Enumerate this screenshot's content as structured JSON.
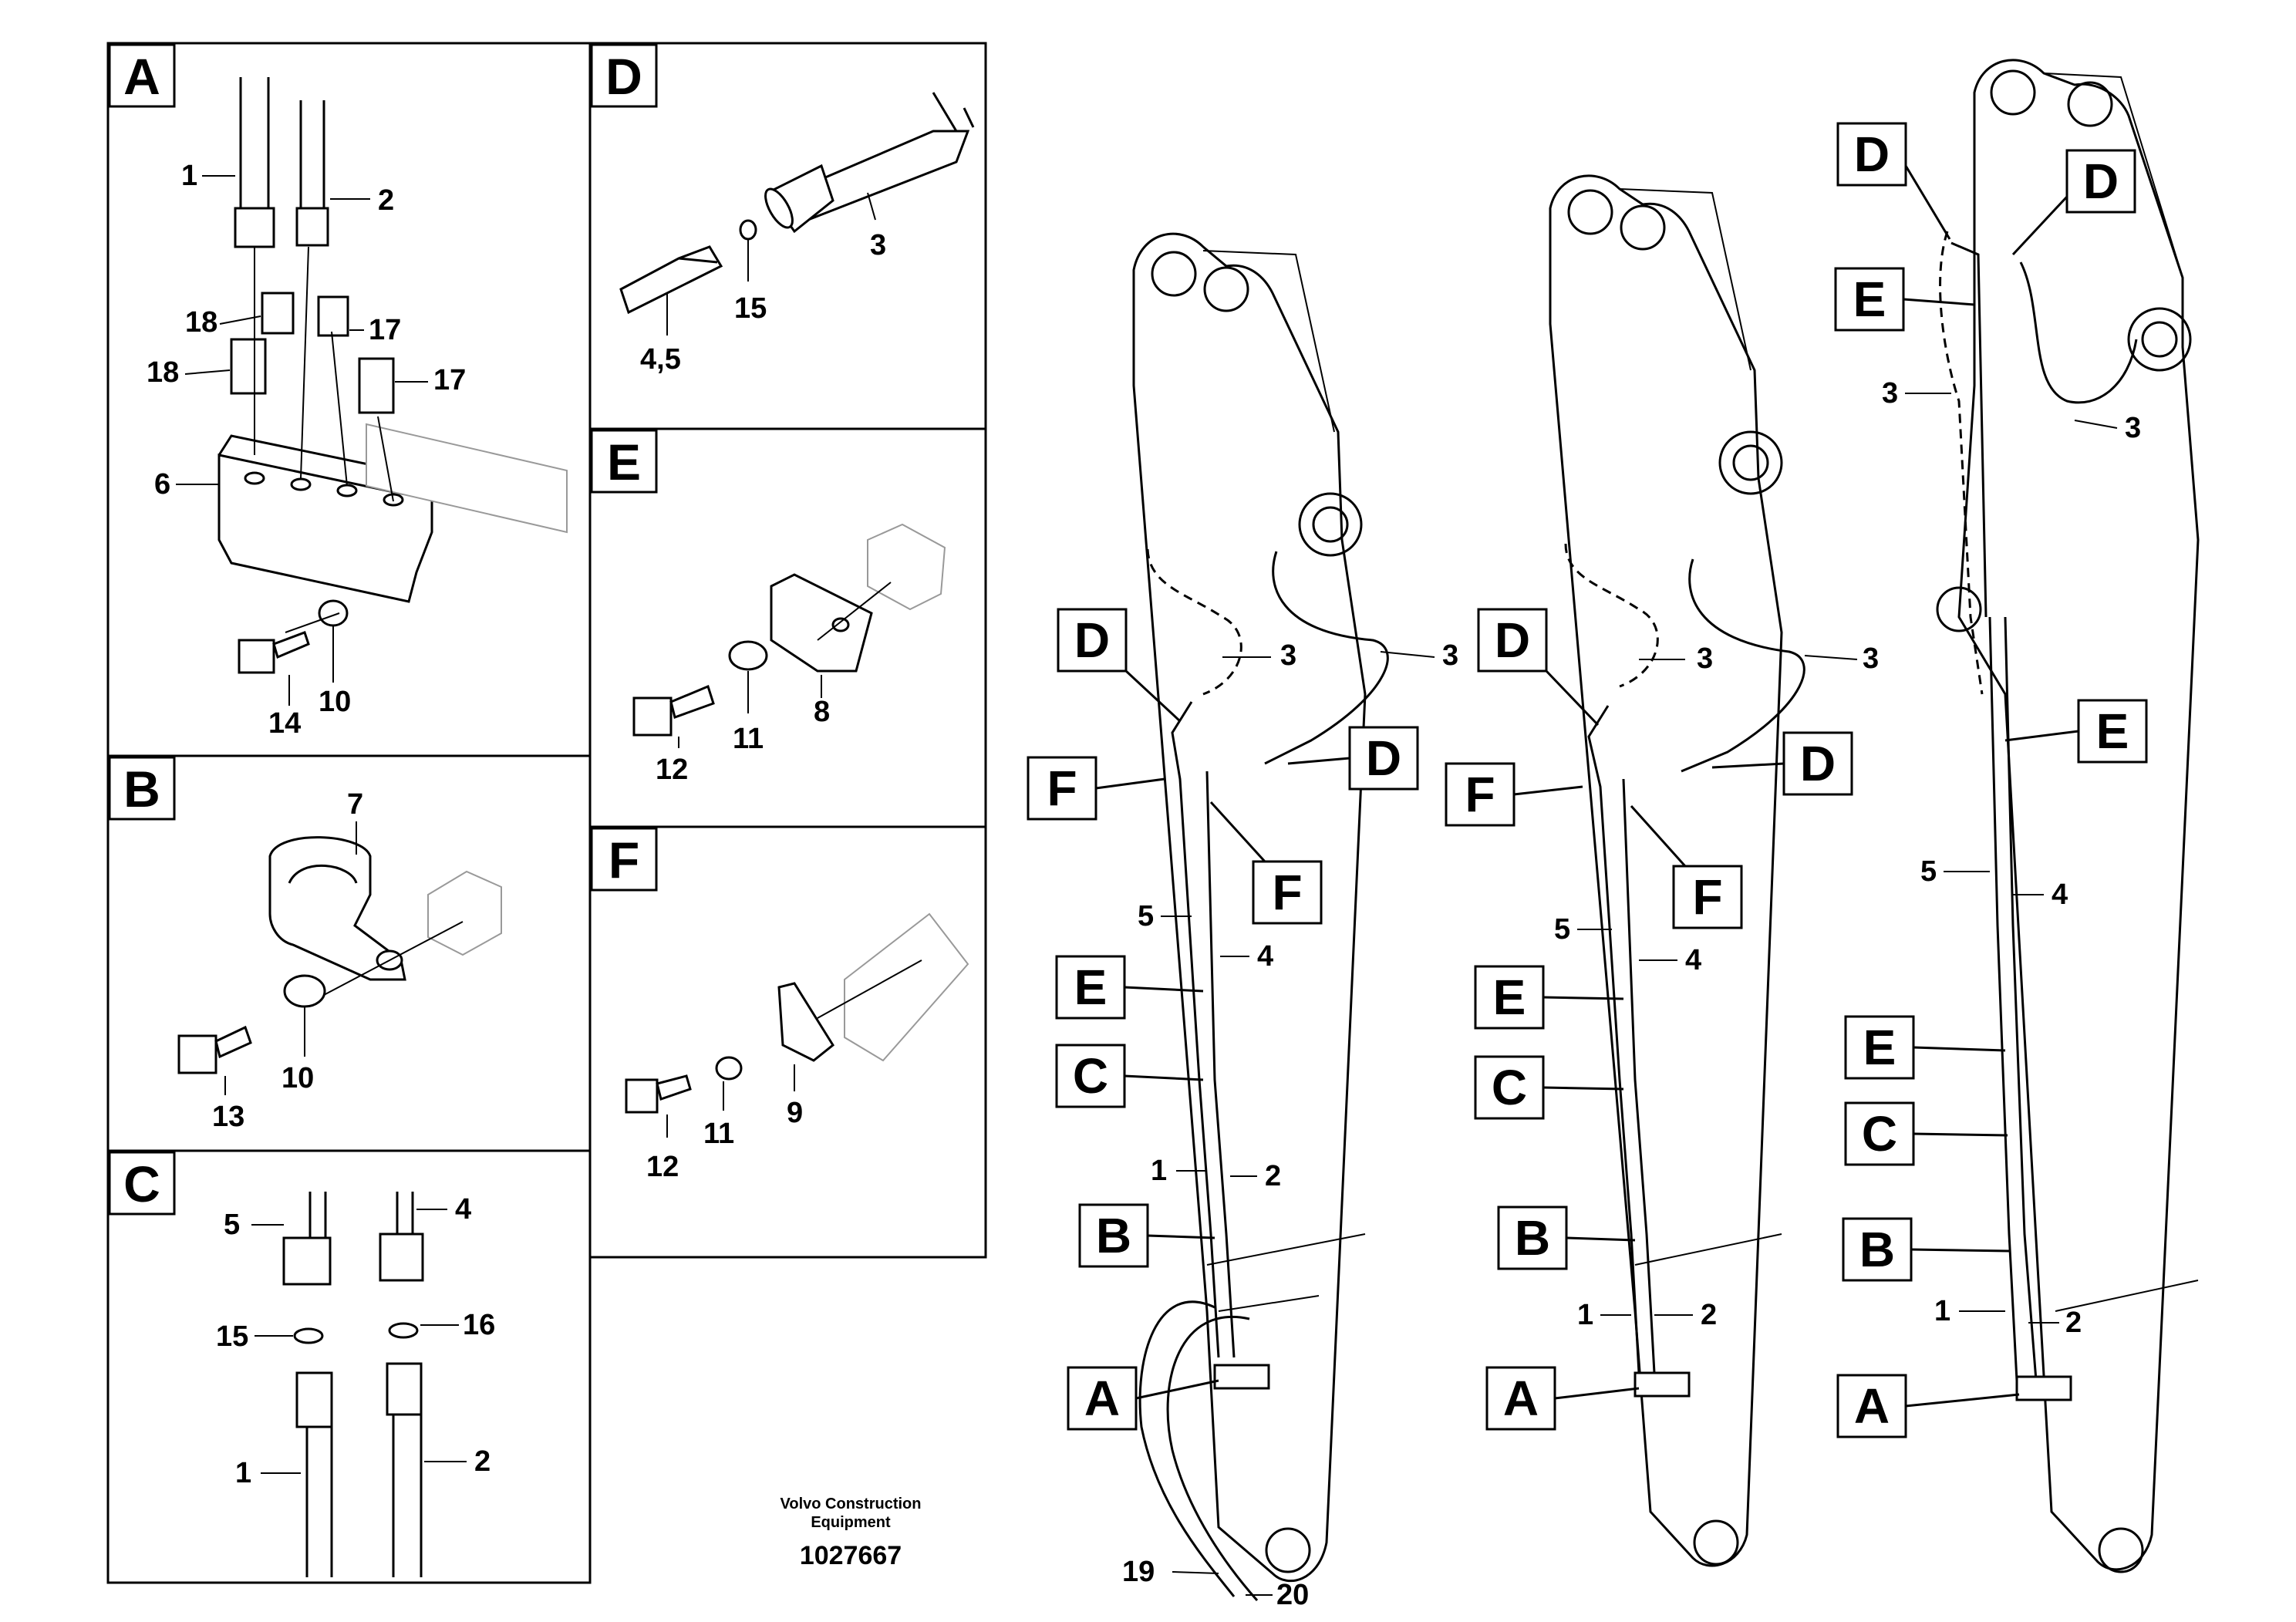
{
  "panels": {
    "A": "A",
    "B": "B",
    "C": "C",
    "D": "D",
    "E": "E",
    "F": "F"
  },
  "numbers": {
    "n1": "1",
    "n2": "2",
    "n3": "3",
    "n4": "4",
    "n5": "5",
    "n45": "4,5",
    "n6": "6",
    "n7": "7",
    "n8": "8",
    "n9": "9",
    "n10": "10",
    "n11": "11",
    "n12": "12",
    "n13": "13",
    "n14": "14",
    "n15": "15",
    "n16": "16",
    "n17": "17",
    "n18": "18",
    "n19": "19",
    "n20": "20"
  },
  "footer": {
    "company_line1": "Volvo Construction",
    "company_line2": "Equipment",
    "figure_number": "1027667"
  }
}
